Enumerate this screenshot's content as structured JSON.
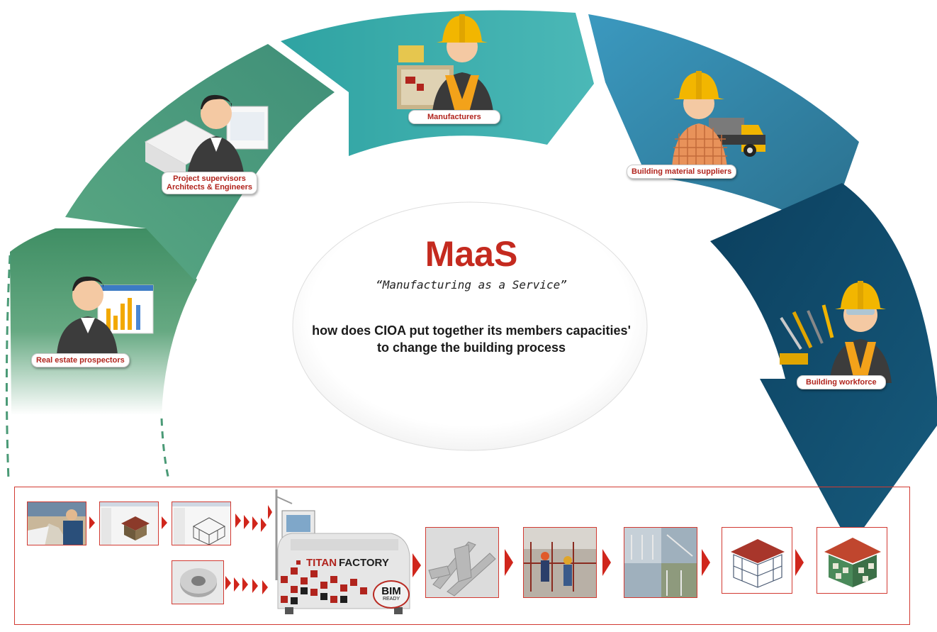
{
  "roles": {
    "real_estate": {
      "label": "Real estate prospectors"
    },
    "project": {
      "line1": "Project supervisors",
      "line2": "Architects & Engineers"
    },
    "manufacturers": {
      "label": "Manufacturers"
    },
    "suppliers": {
      "label": "Building material suppliers"
    },
    "workforce": {
      "label": "Building workforce"
    }
  },
  "center": {
    "title": "MaaS",
    "subtitle": "“Manufacturing as a Service”",
    "question": "how does CIOA put  together its members capacities' to  change the building process"
  },
  "machine": {
    "brand_a": "TITAN",
    "brand_b": "FACTORY",
    "bim_main": "BIM",
    "bim_sub": "READY"
  },
  "colors": {
    "accent_red": "#c42a1f",
    "arc_green": "#5e9f79",
    "arc_teal": "#41a9ab",
    "arc_blue": "#2f7fa0",
    "arc_navy": "#0f4a6a"
  }
}
